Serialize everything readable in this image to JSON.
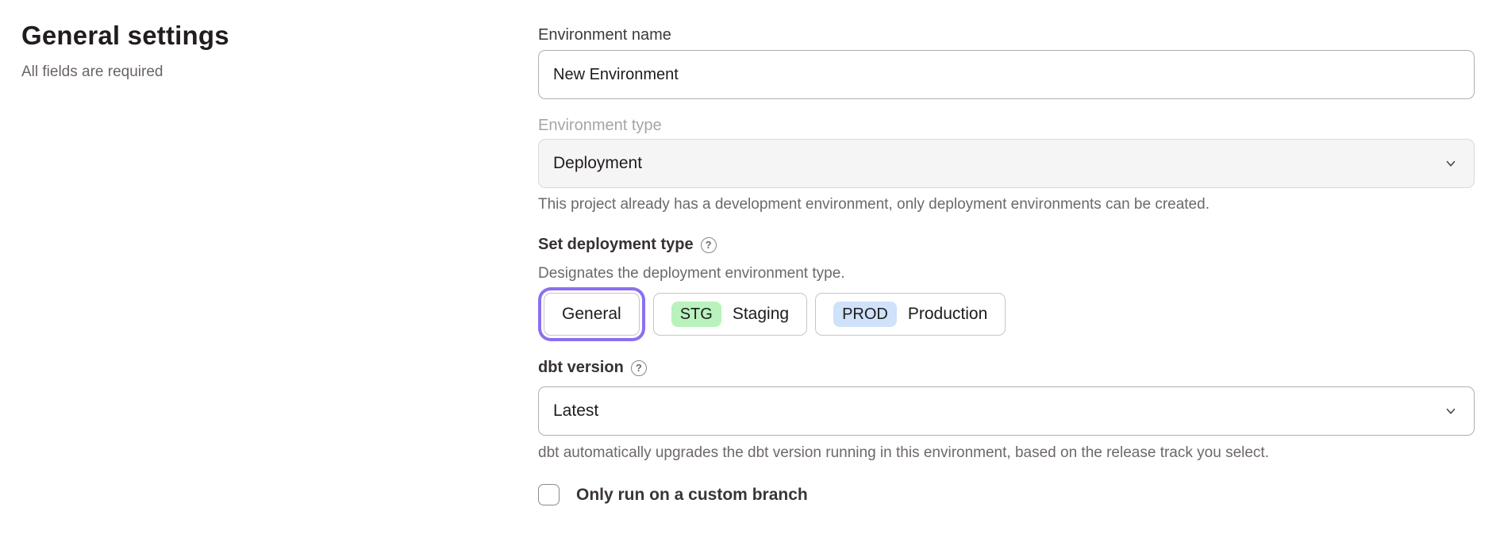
{
  "page": {
    "title": "General settings",
    "subtitle": "All fields are required"
  },
  "form": {
    "environment_name": {
      "label": "Environment name",
      "value": "New Environment"
    },
    "environment_type": {
      "label": "Environment type",
      "value": "Deployment",
      "disabled": true,
      "helper": "This project already has a development environment, only deployment environments can be created."
    },
    "deployment_type": {
      "label": "Set deployment type",
      "help_icon": "?",
      "description": "Designates the deployment environment type.",
      "options": [
        {
          "label": "General",
          "badge": "",
          "selected": true
        },
        {
          "label": "Staging",
          "badge": "STG",
          "selected": false
        },
        {
          "label": "Production",
          "badge": "PROD",
          "selected": false
        }
      ]
    },
    "dbt_version": {
      "label": "dbt version",
      "help_icon": "?",
      "value": "Latest",
      "helper": "dbt automatically upgrades the dbt version running in this environment, based on the release track you select."
    },
    "custom_branch": {
      "label": "Only run on a custom branch",
      "checked": false
    }
  },
  "colors": {
    "accent_purple": "#8a70f0",
    "badge_green": "#b9f2bd",
    "badge_blue": "#cfe2fa",
    "disabled_field_bg": "#f6f5f5"
  }
}
